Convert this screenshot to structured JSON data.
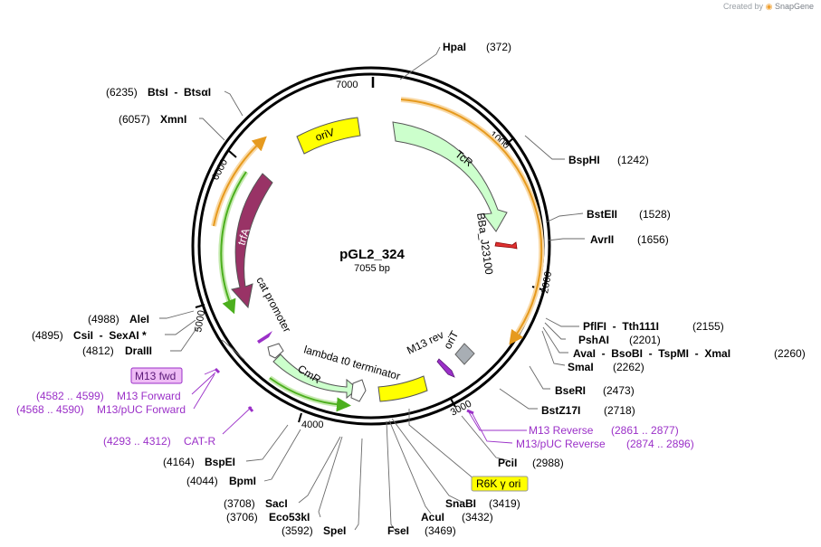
{
  "credit": {
    "prefix": "Created by",
    "brand": "SnapGene"
  },
  "plasmid": {
    "name": "pGL2_324",
    "length_label": "7055 bp",
    "length": 7055
  },
  "ticks": [
    "1000",
    "2000",
    "3000",
    "4000",
    "5000",
    "6000",
    "7000"
  ],
  "features": [
    {
      "name": "oriV",
      "color": "#ffff00",
      "type": "origin"
    },
    {
      "name": "TcR",
      "color": "#ccffcc",
      "type": "cds"
    },
    {
      "name": "BBa_J23100",
      "color": "#e03030",
      "type": "promoter"
    },
    {
      "name": "trfA",
      "color": "#993366",
      "type": "cds"
    },
    {
      "name": "cat promoter",
      "color": "#ffffff",
      "type": "promoter"
    },
    {
      "name": "CmR",
      "color": "#ccffcc",
      "type": "cds"
    },
    {
      "name": "lambda t0 terminator",
      "color": "#ffffff",
      "type": "terminator"
    },
    {
      "name": "M13 rev",
      "color": "#9b30c8",
      "type": "primer_bind"
    },
    {
      "name": "oriT",
      "color": "#a8aeb4",
      "type": "origin"
    },
    {
      "name": "R6K γ ori",
      "color": "#ffff00",
      "type": "origin"
    }
  ],
  "sites_right": [
    {
      "name": "HpaI",
      "pos": "(372)"
    },
    {
      "name": "BspHI",
      "pos": "(1242)"
    },
    {
      "name": "BstEII",
      "pos": "(1528)"
    },
    {
      "name": "AvrII",
      "pos": "(1656)"
    },
    {
      "name": "PflFI  -  Tth111I",
      "pos": "(2155)"
    },
    {
      "name": "PshAI",
      "pos": "(2201)"
    },
    {
      "name": "AvaI  -  BsoBI  -  TspMI  -  XmaI",
      "pos": "(2260)"
    },
    {
      "name": "SmaI",
      "pos": "(2262)"
    },
    {
      "name": "BseRI",
      "pos": "(2473)"
    },
    {
      "name": "BstZ17I",
      "pos": "(2718)"
    },
    {
      "name": "PciI",
      "pos": "(2988)"
    },
    {
      "name": "SnaBI",
      "pos": "(3419)"
    },
    {
      "name": "AcuI",
      "pos": "(3432)"
    },
    {
      "name": "FseI",
      "pos": "(3469)"
    }
  ],
  "sites_left": [
    {
      "name": "BtsI  -  BtsαI",
      "pos": "(6235)"
    },
    {
      "name": "XmnI",
      "pos": "(6057)"
    },
    {
      "name": "AleI",
      "pos": "(4988)"
    },
    {
      "name": "CsiI  -  SexAI *",
      "pos": "(4895)"
    },
    {
      "name": "DraIII",
      "pos": "(4812)"
    },
    {
      "name": "BspEI",
      "pos": "(4164)"
    },
    {
      "name": "BpmI",
      "pos": "(4044)"
    },
    {
      "name": "SacI",
      "pos": "(3708)"
    },
    {
      "name": "Eco53kI",
      "pos": "(3706)"
    },
    {
      "name": "SpeI",
      "pos": "(3592)"
    }
  ],
  "primers": [
    {
      "name": "M13 fwd",
      "boxed": true
    },
    {
      "name": "M13 Forward",
      "pos": "(4582 .. 4599)"
    },
    {
      "name": "M13/pUC Forward",
      "pos": "(4568 .. 4590)"
    },
    {
      "name": "CAT-R",
      "pos": "(4293 .. 4312)"
    },
    {
      "name": "M13 Reverse",
      "pos": "(2861 .. 2877)"
    },
    {
      "name": "M13/pUC Reverse",
      "pos": "(2874 .. 2896)"
    }
  ],
  "colors": {
    "backbone": "#000000",
    "primer": "#9b30c8",
    "orange_arrow": "#e69a1e",
    "green_arrow": "#4caf1e",
    "label_box": "#ffff00"
  }
}
